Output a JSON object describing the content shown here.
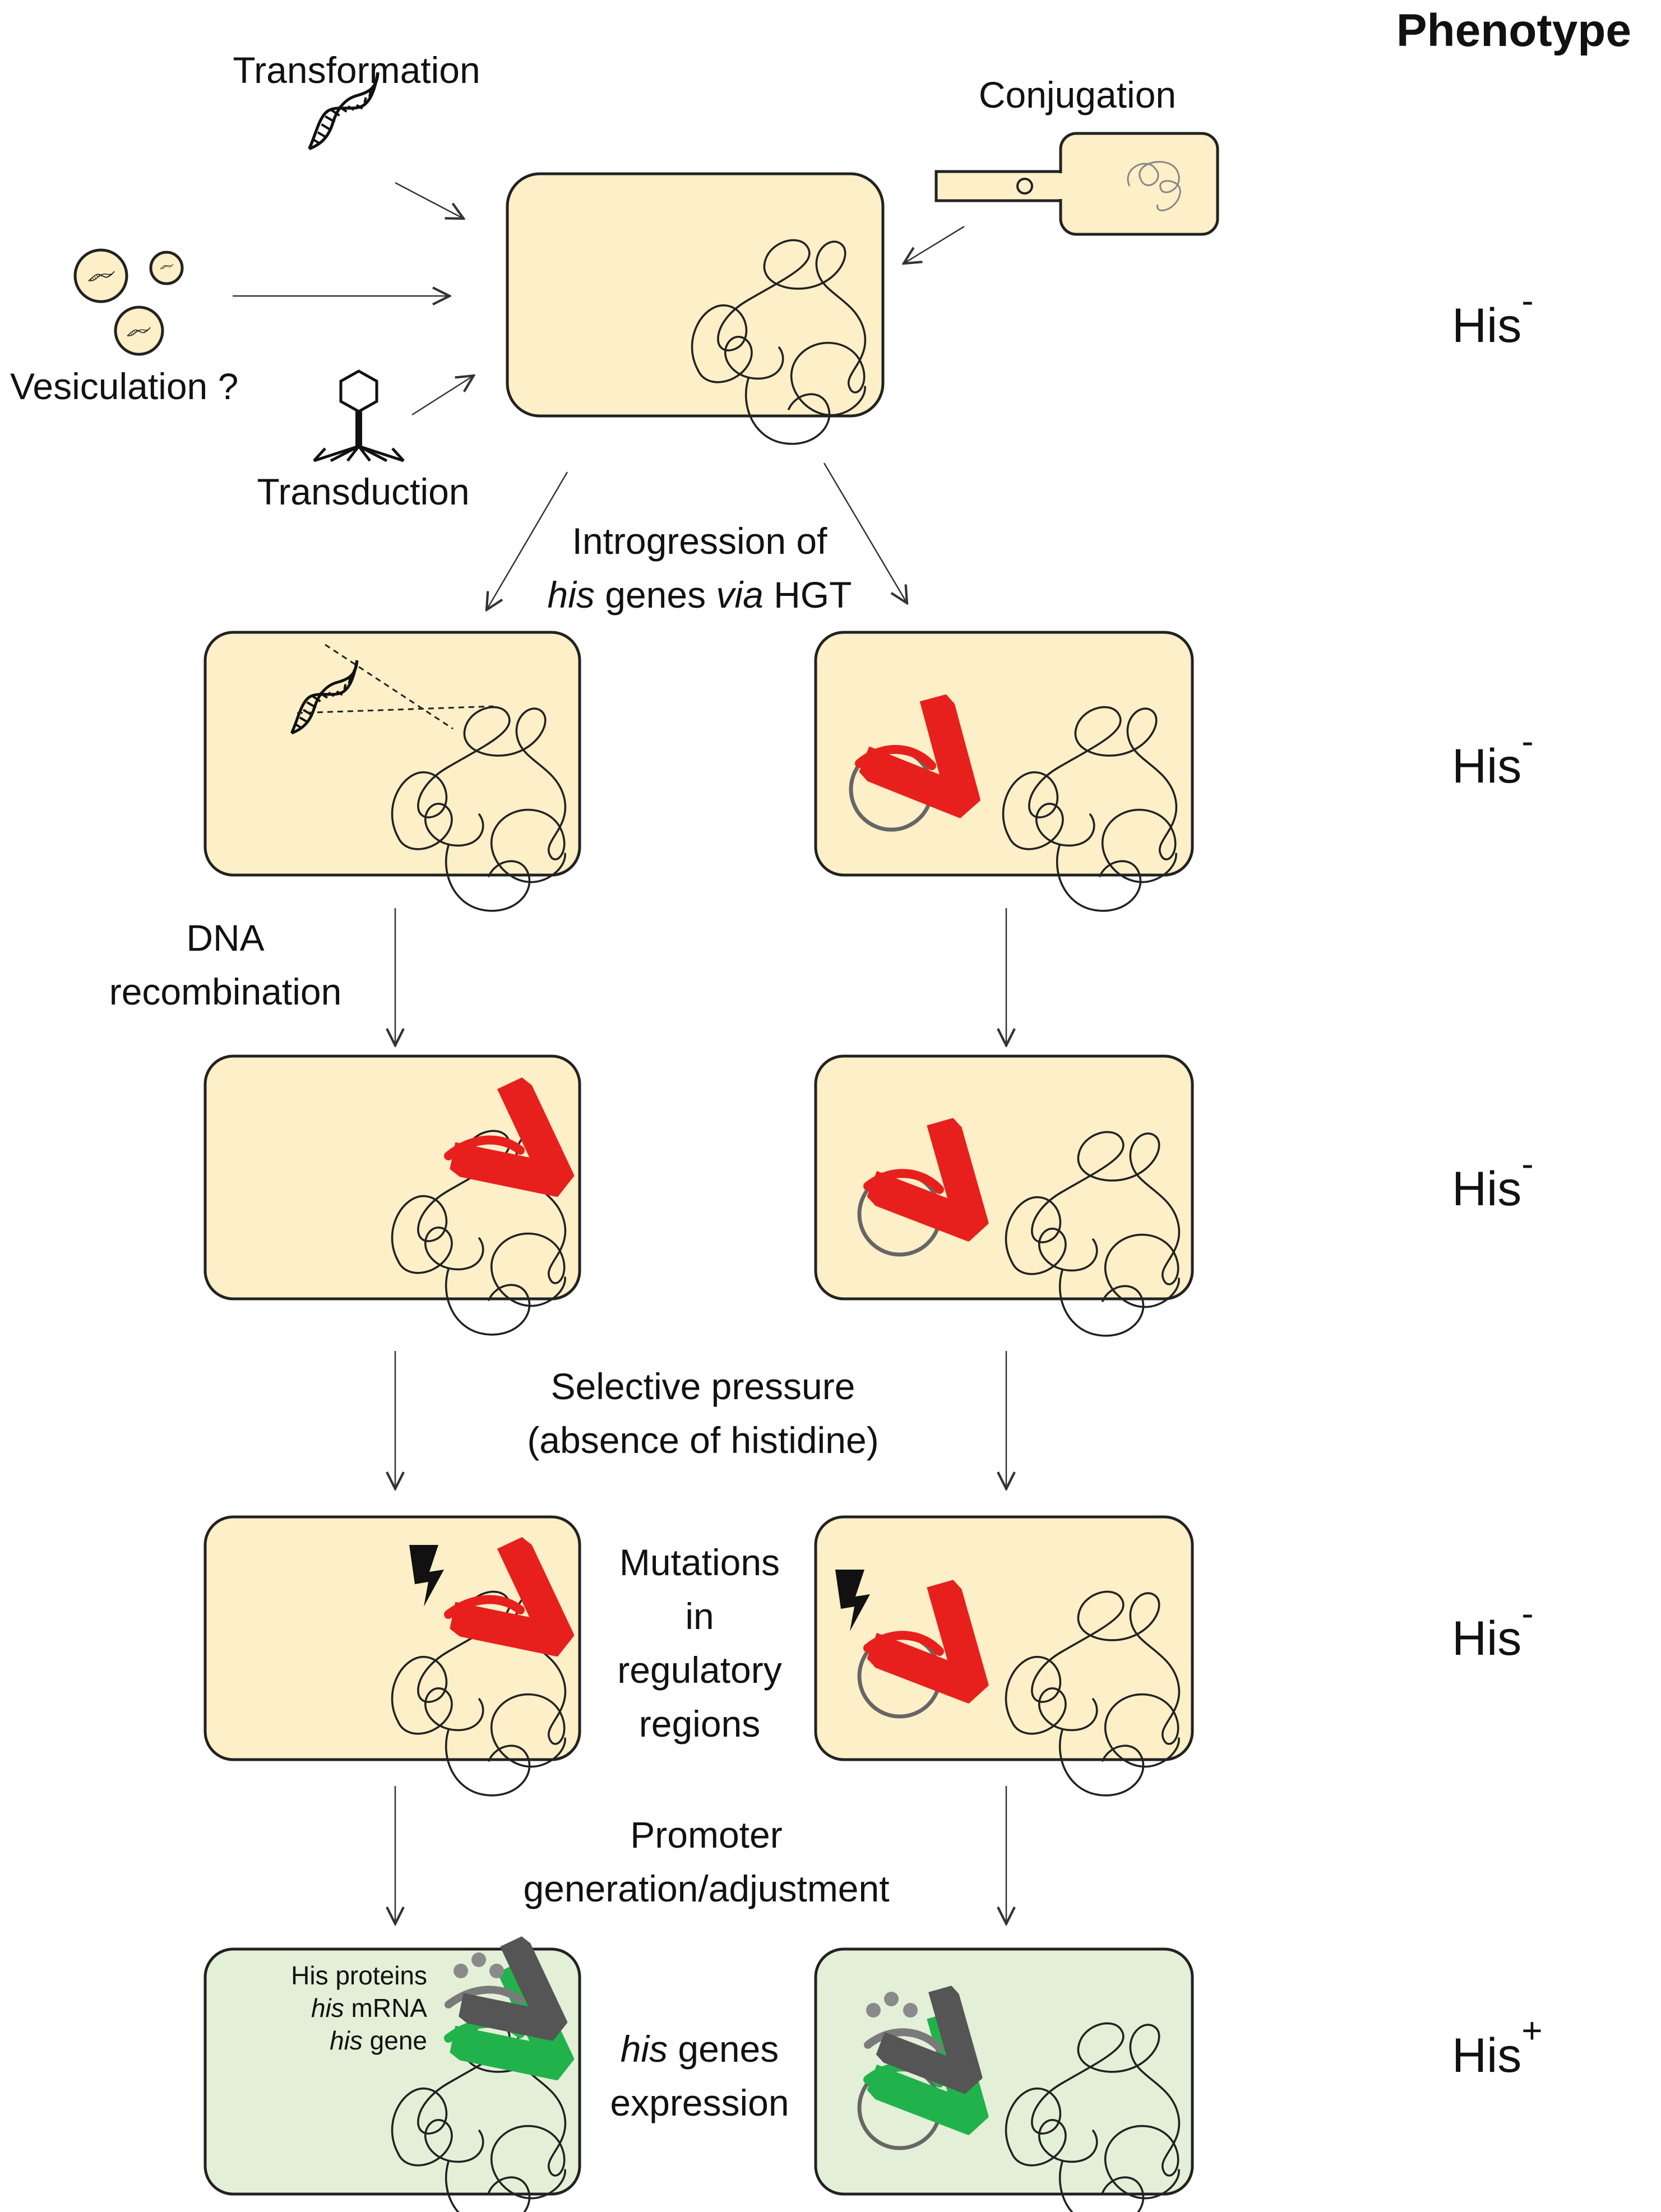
{
  "title": "Phenotype",
  "transfer_mechanisms": {
    "transformation": "Transformation",
    "conjugation": "Conjugation",
    "vesiculation": "Vesiculation ?",
    "transduction": "Transduction"
  },
  "steps": {
    "introgression_line1": "Introgression of",
    "introgression_his": "his",
    "introgression_genes": " genes ",
    "introgression_via": "via",
    "introgression_hgt": " HGT",
    "recombination_line1": "DNA",
    "recombination_line2": "recombination",
    "selective_line1": "Selective pressure",
    "selective_line2": "(absence of histidine)",
    "mutations_line1": "Mutations",
    "mutations_line2": "in",
    "mutations_line3": "regulatory",
    "mutations_line4": "regions",
    "promoter_line1": "Promoter",
    "promoter_line2": "generation/adjustment",
    "expression_his": "his",
    "expression_genes": " genes",
    "expression_line2": "expression"
  },
  "legend": {
    "his_proteins": "His proteins",
    "mrna_his": "his",
    "mrna_suffix": " mRNA",
    "gene_his": "his",
    "gene_suffix": " gene"
  },
  "phenotypes": [
    {
      "base": "His",
      "sign": "-"
    },
    {
      "base": "His",
      "sign": "-"
    },
    {
      "base": "His",
      "sign": "-"
    },
    {
      "base": "His",
      "sign": "-"
    },
    {
      "base": "His",
      "sign": "+"
    }
  ],
  "colors": {
    "cell_fill": "#fdefc7",
    "cell_fill_expressing": "#e3efd7",
    "his_gene_inactive": "#e8201d",
    "his_gene_active": "#22b24c",
    "mrna_grey": "#7a7a7a",
    "protein_dots": "#8a8a8a",
    "lightning": "#111111"
  },
  "icons": [
    "dna-helix-icon",
    "vesicle-icon",
    "bacteriophage-icon",
    "conjugation-pilus-icon",
    "lightning-bolt-icon",
    "chromosome-icon",
    "plasmid-icon"
  ]
}
